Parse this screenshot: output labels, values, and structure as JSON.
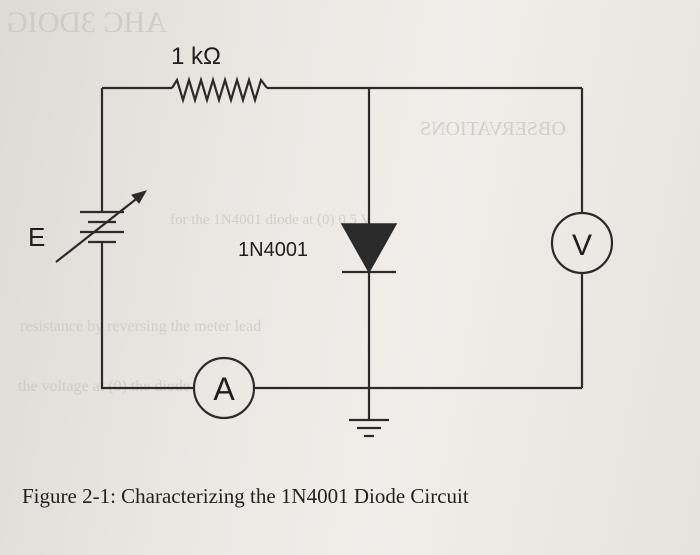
{
  "figure": {
    "resistor_label": "1 kΩ",
    "source_label": "E",
    "diode_label": "1N4001",
    "ammeter_label": "A",
    "voltmeter_label": "V",
    "caption": "Figure 2-1: Characterizing the 1N4001 Diode Circuit"
  },
  "colors": {
    "ink": "#2b2b2b",
    "diode_fill": "#2a2a2a",
    "paper": "#ebe8e4"
  }
}
